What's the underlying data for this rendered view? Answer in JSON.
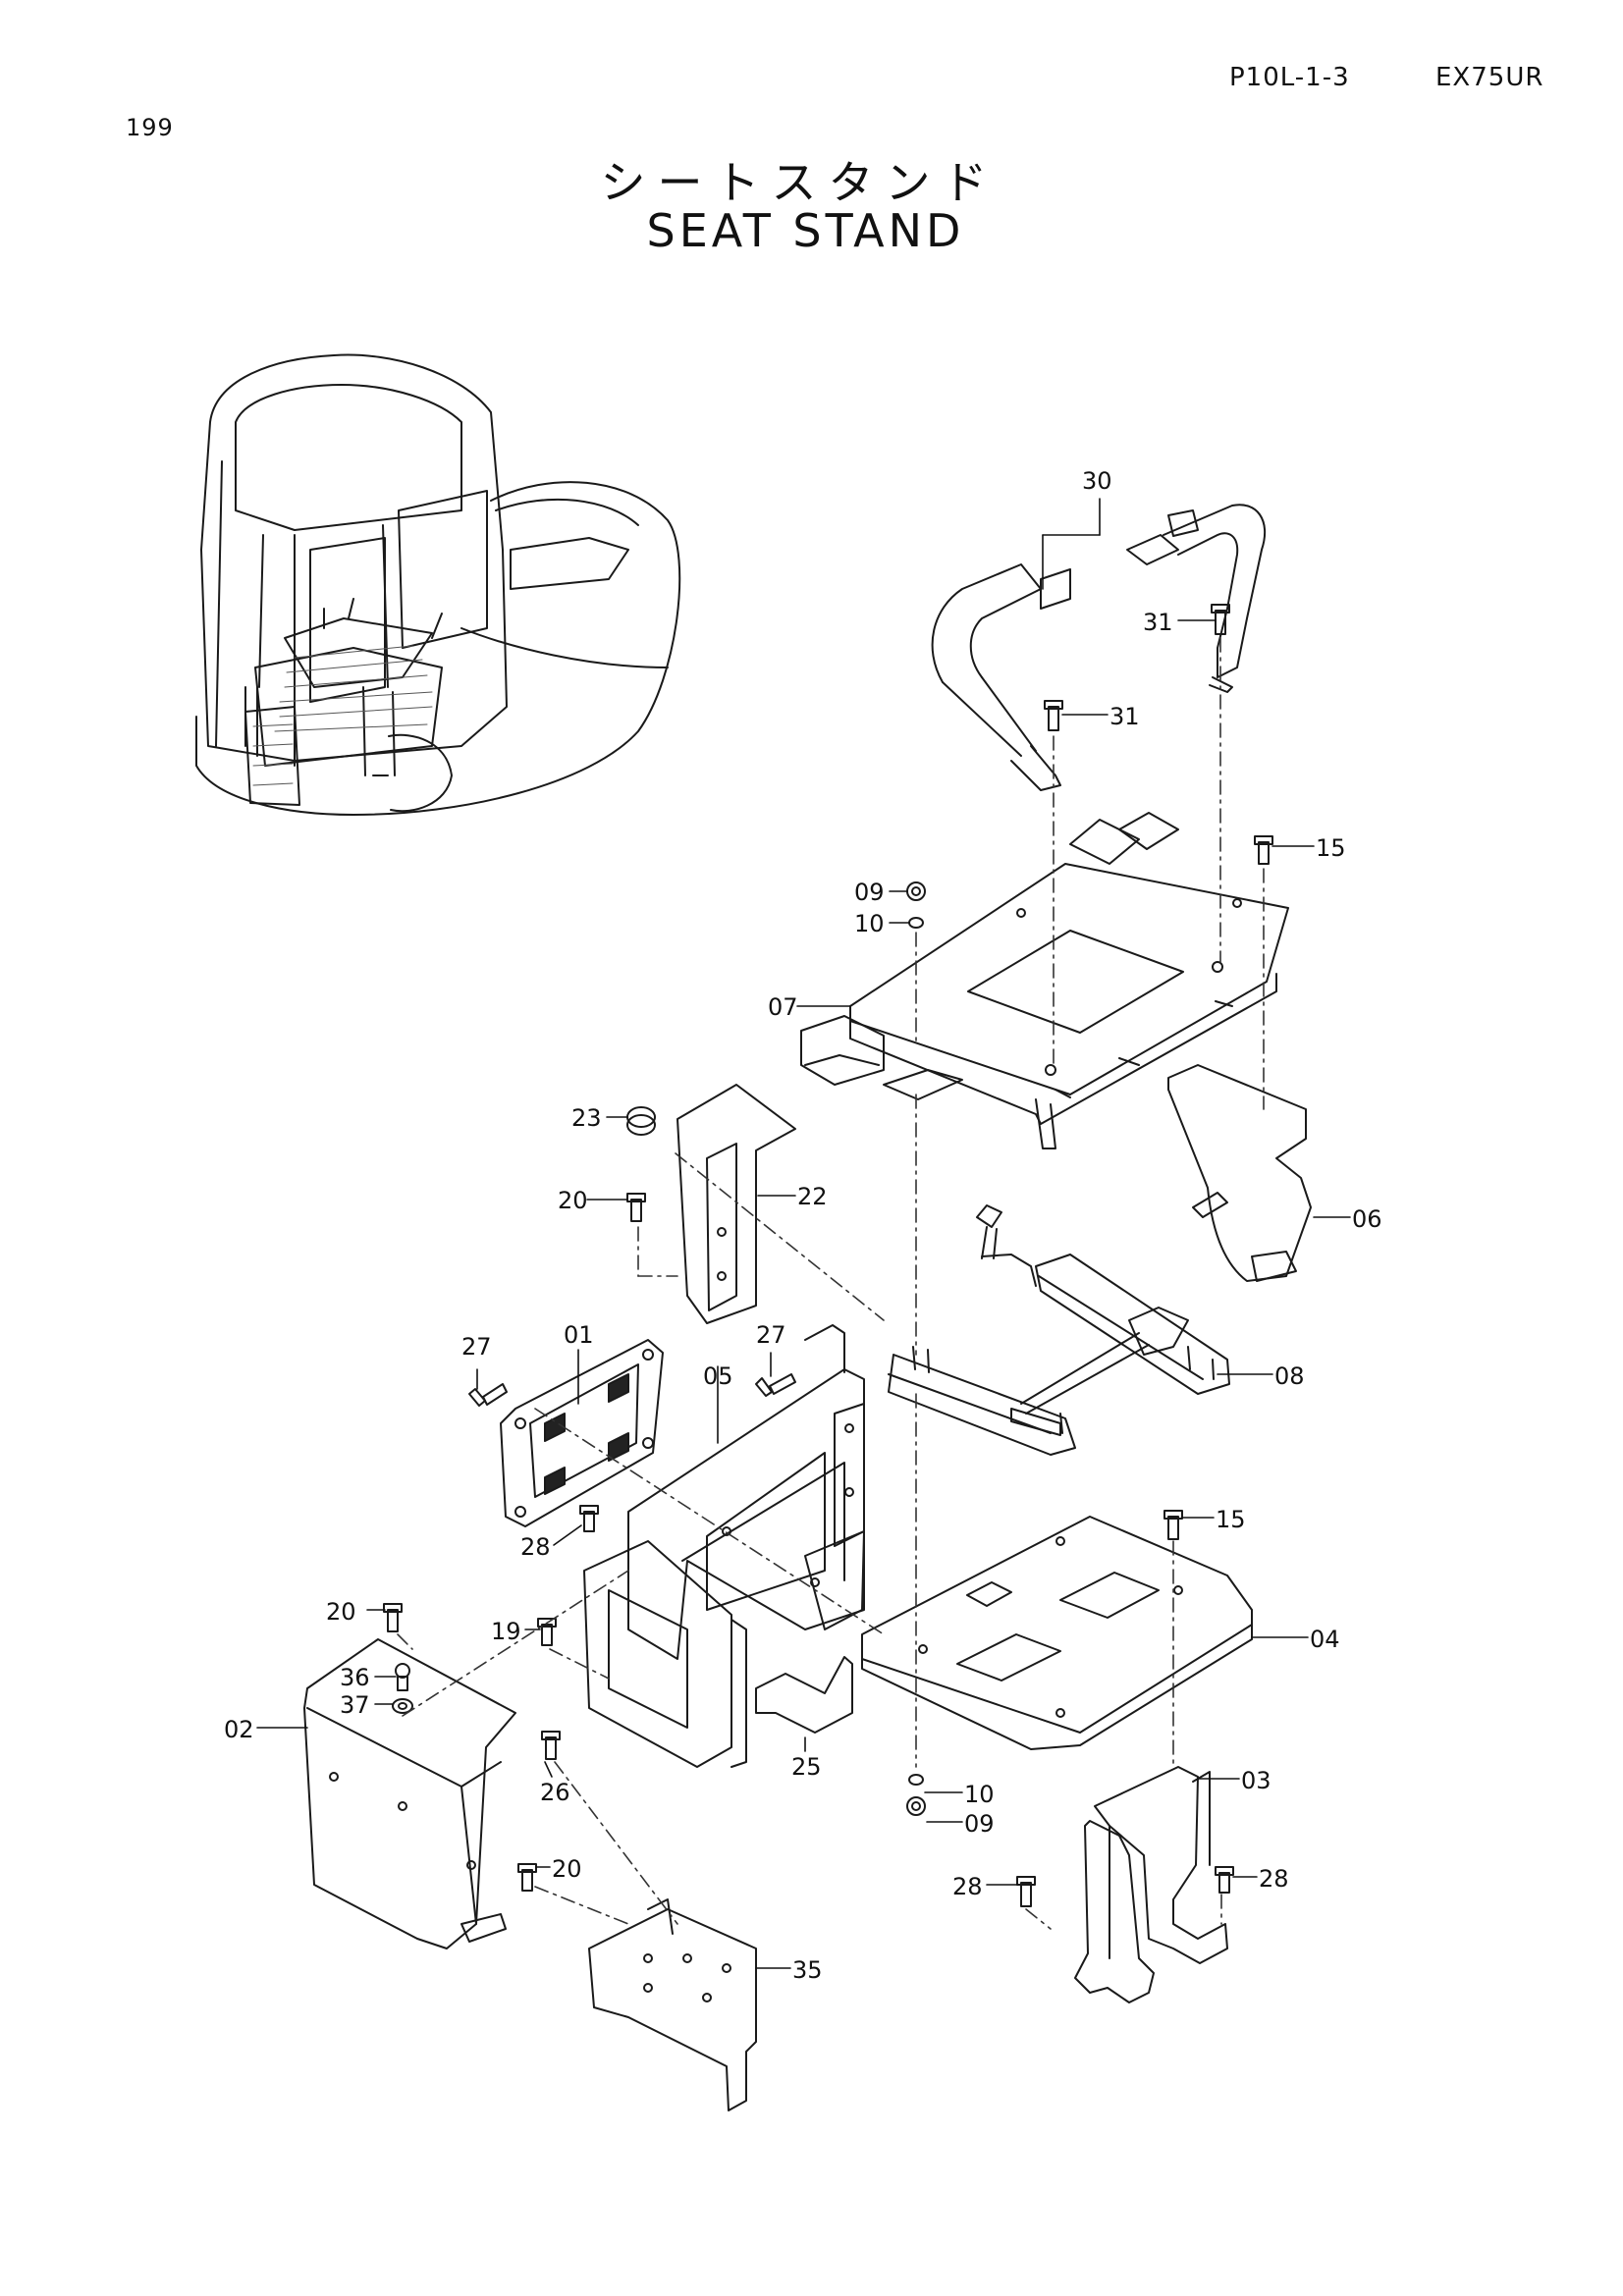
{
  "header": {
    "page_number": "199",
    "doc_code": "P10L-1-3",
    "model": "EX75UR"
  },
  "title": {
    "japanese": "シートスタンド",
    "english": "SEAT STAND"
  },
  "callouts": [
    {
      "id": "c30",
      "label": "30"
    },
    {
      "id": "c31a",
      "label": "31"
    },
    {
      "id": "c31b",
      "label": "31"
    },
    {
      "id": "c15a",
      "label": "15"
    },
    {
      "id": "c09a",
      "label": "09"
    },
    {
      "id": "c10a",
      "label": "10"
    },
    {
      "id": "c07",
      "label": "07"
    },
    {
      "id": "c23",
      "label": "23"
    },
    {
      "id": "c22",
      "label": "22"
    },
    {
      "id": "c20a",
      "label": "20"
    },
    {
      "id": "c06",
      "label": "06"
    },
    {
      "id": "c27a",
      "label": "27"
    },
    {
      "id": "c01",
      "label": "01"
    },
    {
      "id": "c27b",
      "label": "27"
    },
    {
      "id": "c05",
      "label": "05"
    },
    {
      "id": "c08",
      "label": "08"
    },
    {
      "id": "c15b",
      "label": "15"
    },
    {
      "id": "c28a",
      "label": "28"
    },
    {
      "id": "c20b",
      "label": "20"
    },
    {
      "id": "c19",
      "label": "19"
    },
    {
      "id": "c04",
      "label": "04"
    },
    {
      "id": "c36",
      "label": "36"
    },
    {
      "id": "c37",
      "label": "37"
    },
    {
      "id": "c02",
      "label": "02"
    },
    {
      "id": "c25",
      "label": "25"
    },
    {
      "id": "c26",
      "label": "26"
    },
    {
      "id": "c10b",
      "label": "10"
    },
    {
      "id": "c09b",
      "label": "09"
    },
    {
      "id": "c03",
      "label": "03"
    },
    {
      "id": "c20c",
      "label": "20"
    },
    {
      "id": "c28b",
      "label": "28"
    },
    {
      "id": "c28c",
      "label": "28"
    },
    {
      "id": "c35",
      "label": "35"
    }
  ]
}
